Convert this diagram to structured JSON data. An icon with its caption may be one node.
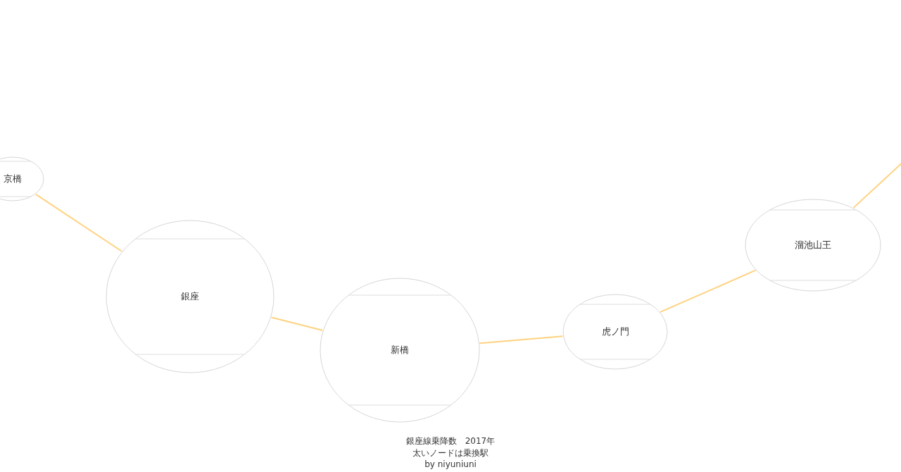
{
  "diagram": {
    "nodes": [
      {
        "text": [
          "京橋"
        ]
      },
      {
        "text": [
          "銀座"
        ]
      },
      {
        "text": [
          "新橋"
        ]
      },
      {
        "text": [
          "虎ノ門"
        ]
      },
      {
        "text": [
          "溜池山王"
        ]
      }
    ],
    "edges": [
      {
        "from": 0,
        "to": 1,
        "arrow": "none"
      },
      {
        "from": 1,
        "to": 2,
        "arrow": "none"
      },
      {
        "from": 2,
        "to": 3,
        "arrow": "none"
      },
      {
        "from": 3,
        "to": 4,
        "arrow": "none"
      },
      {
        "from": 4,
        "to": null,
        "arrow": "none"
      }
    ],
    "labels": [
      "銀座線乗降数　2017年",
      "太いノードは乗換駅",
      "by niyuniuni"
    ]
  }
}
